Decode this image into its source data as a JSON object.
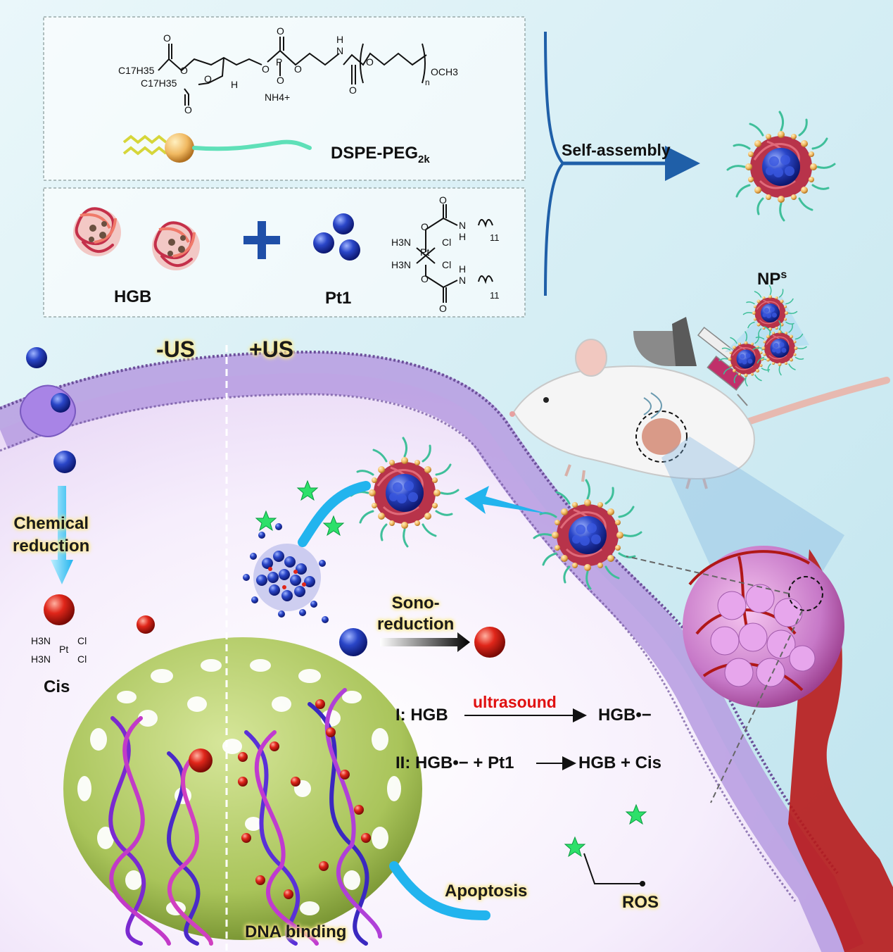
{
  "top_panel": {
    "lipid_formula": {
      "tail1": "C17H35",
      "tail2": "C17H35",
      "counter_ion": "NH4+",
      "peg_end": "OCH3",
      "repeat_n": "n",
      "atom_H": "H",
      "atom_O": "O",
      "atom_P": "P",
      "atom_N": "N"
    },
    "lipid_label": "DSPE-PEG",
    "lipid_label_sub": "2k",
    "hgb_label": "HGB",
    "plus_sign": "+",
    "pt1_label": "Pt1",
    "pt1_formula": {
      "ligand_nh3_a": "H3N",
      "ligand_nh3_b": "H3N",
      "metal": "Pt",
      "cl_a": "Cl",
      "cl_b": "Cl",
      "chain_count": "11"
    },
    "self_assembly_label": "Self-assembly",
    "nps_label": "NP",
    "nps_superscript": "s"
  },
  "cell_panel": {
    "minus_us_label": "-US",
    "plus_us_label": "+US",
    "chemical_reduction_label": [
      "Chemical",
      "reduction"
    ],
    "cis_label": "Cis",
    "cis_formula": {
      "h3n_a": "H3N",
      "h3n_b": "H3N",
      "metal": "Pt",
      "cl_a": "Cl",
      "cl_b": "Cl"
    },
    "sono_reduction_label": [
      "Sono-",
      "reduction"
    ],
    "reaction_1": {
      "prefix": "I: HGB",
      "condition": "ultrasound",
      "product": "HGB•−"
    },
    "reaction_2": {
      "reactants": "II: HGB•− + Pt1",
      "products": "HGB + Cis"
    },
    "apoptosis_label": "Apoptosis",
    "dna_binding_label": "DNA binding",
    "ros_label": "ROS"
  },
  "colors": {
    "background": "#d7eef5",
    "membrane": "#b69be0",
    "nucleus": "#a9c45a",
    "pt1_sphere": "#2a46c8",
    "cis_sphere": "#e0261a",
    "ros_star": "#2ee06a",
    "arrow_blue": "#1f5fa8",
    "ultrasound_text": "#e01010"
  }
}
